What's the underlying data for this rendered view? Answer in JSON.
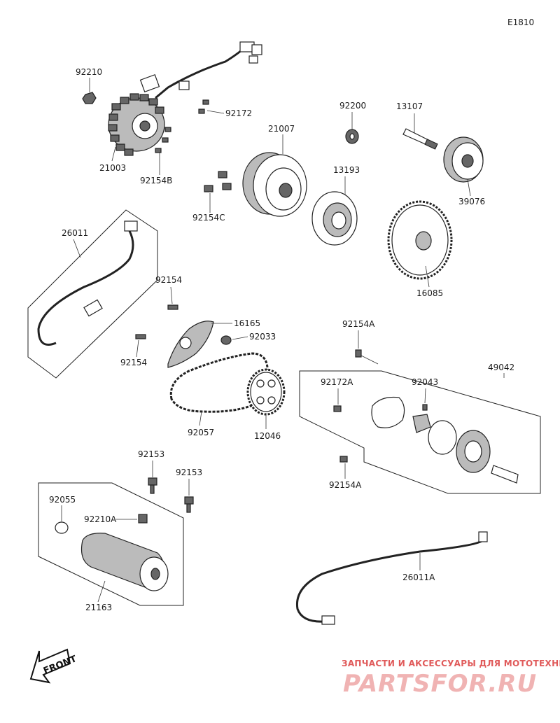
{
  "diagram_code": "E1810",
  "part_labels": {
    "p92210": "92210",
    "p21003": "21003",
    "p92172": "92172",
    "p92154B": "92154B",
    "p92154C": "92154C",
    "p21007": "21007",
    "p92200": "92200",
    "p13107": "13107",
    "p13193": "13193",
    "p39076": "39076",
    "p16085": "16085",
    "p26011": "26011",
    "p92154_top": "92154",
    "p92154_bot": "92154",
    "p16165": "16165",
    "p92033": "92033",
    "p92057": "92057",
    "p12046": "12046",
    "p92154A_top": "92154A",
    "p92154A_bot": "92154A",
    "p92172A": "92172A",
    "p92043": "92043",
    "p49042": "49042",
    "p92153_a": "92153",
    "p92153_b": "92153",
    "p92055": "92055",
    "p92210A": "92210A",
    "p21163": "21163",
    "p26011A": "26011A"
  },
  "front_indicator": "FRONT",
  "watermark": {
    "line1": "ЗАПЧАСТИ И АКСЕССУАРЫ ДЛЯ МОТОТЕХНИКИ",
    "line2": "PARTSFOR.RU"
  }
}
